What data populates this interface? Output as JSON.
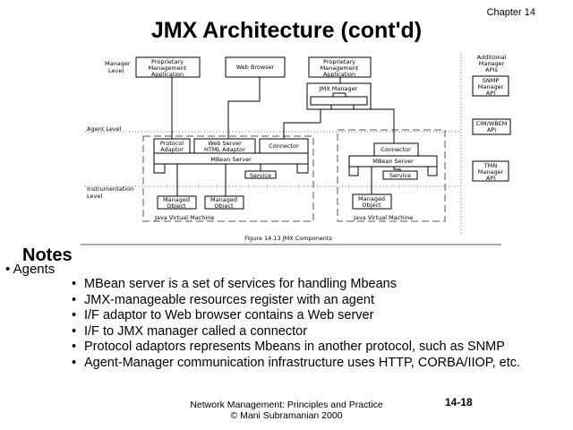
{
  "header": {
    "chapter": "Chapter 14",
    "title": "JMX Architecture (cont'd)"
  },
  "diagram": {
    "levels": {
      "manager": [
        "Manager",
        "Level"
      ],
      "agent": "Agent Level",
      "instrumentation": [
        "Instrumentation",
        "Level"
      ]
    },
    "manager_boxes": {
      "prop_app_1": [
        "Proprietary",
        "Management",
        "Application"
      ],
      "web_browser": "Web Browser",
      "prop_app_2": [
        "Proprietary",
        "Management",
        "Application"
      ],
      "jmx_manager": "JMX Manager"
    },
    "jvm_left": {
      "protocol_adaptor": [
        "Protocol",
        "Adaptor"
      ],
      "web_server": [
        "Web Server",
        "HTML Adaptor"
      ],
      "connector": "Connector",
      "mbean_server": "MBean Server",
      "service": "Service",
      "managed_object": [
        "Managed",
        "Object"
      ],
      "label": "Java Virtual Machine"
    },
    "jvm_right": {
      "connector": "Connector",
      "mbean_server": "MBean Server",
      "service": "Service",
      "managed_object": [
        "Managed",
        "Object"
      ],
      "label": "Java Virtual Machine"
    },
    "additional": {
      "heading": [
        "Additional",
        "Manager",
        "APIs"
      ],
      "snmp": [
        "SNMP",
        "Manager",
        "API"
      ],
      "cim": [
        "CIM/WBEM",
        "API"
      ],
      "tmn": [
        "TMN",
        "Manager",
        "API"
      ]
    },
    "caption": "Figure 14.13 JMX Components"
  },
  "notes": {
    "heading": "Notes",
    "bullet": "Agents",
    "items": [
      "MBean server is a set of services for handling Mbeans",
      "JMX-manageable resources register with an agent",
      "I/F adaptor to Web browser contains a Web server",
      "I/F to JMX manager called a connector",
      "Protocol adaptors represents Mbeans in another protocol, such as SNMP",
      "Agent-Manager communication infrastructure uses HTTP, CORBA/IIOP, etc."
    ]
  },
  "footer": {
    "line1": "Network Management: Principles and Practice",
    "line2": "© Mani Subramanian 2000",
    "page": "14-18"
  }
}
